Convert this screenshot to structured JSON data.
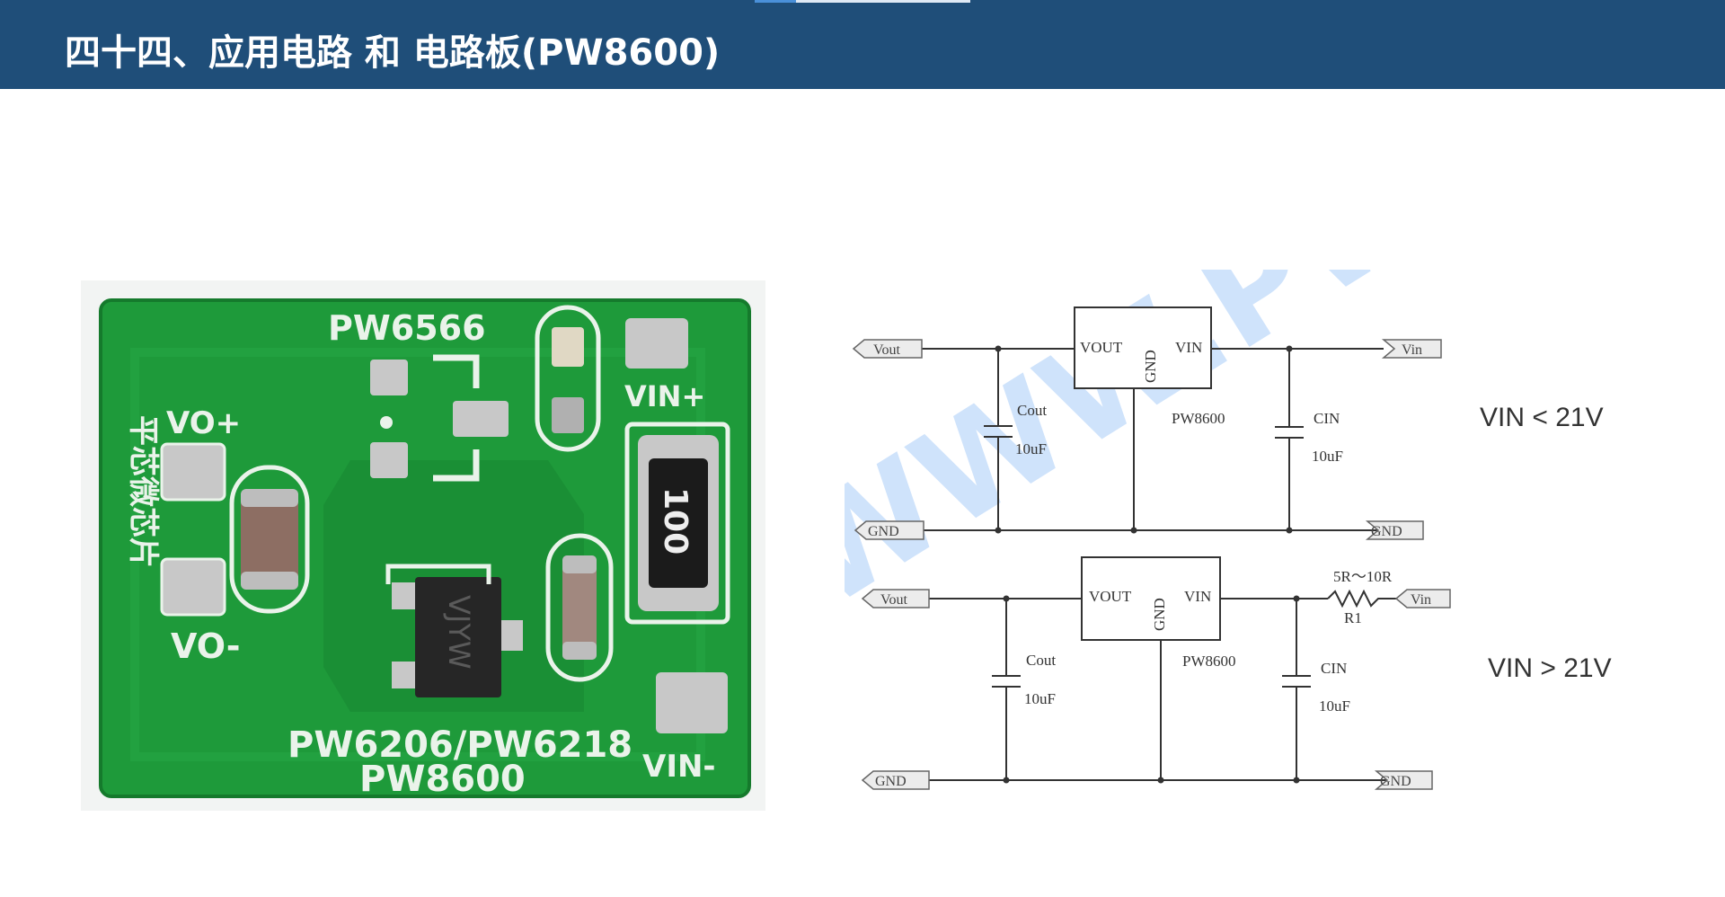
{
  "slide": {
    "title": "四十四、应用电路 和 电路板(PW8600)"
  },
  "board_photo": {
    "silkscreen": {
      "top_chip": "PW6566",
      "vo_plus": "VO+",
      "vo_minus": "VO-",
      "vin_plus": "VIN+",
      "vin_minus": "VIN-",
      "side_text": "平芯微芯片",
      "bottom_line1": "PW6206/PW6218",
      "bottom_line2": "PW8600",
      "resistor_marking": "100",
      "ic_marking": "VJYW"
    },
    "colors": {
      "pcb": "#1e9a3a",
      "silk": "#eaf3ea",
      "pad": "#c8c8c8"
    }
  },
  "watermark": "WWW.PWC.",
  "circuit_top": {
    "condition": "VIN < 21V",
    "ic_label": "PW8600",
    "pins": {
      "vout": "VOUT",
      "vin": "VIN",
      "gnd": "GND"
    },
    "ports": {
      "vout": "Vout",
      "vin": "Vin",
      "gnd_left": "GND",
      "gnd_right": "GND"
    },
    "cout": {
      "name": "Cout",
      "value": "10uF"
    },
    "cin": {
      "name": "CIN",
      "value": "10uF"
    }
  },
  "circuit_bottom": {
    "condition": "VIN > 21V",
    "ic_label": "PW8600",
    "pins": {
      "vout": "VOUT",
      "vin": "VIN",
      "gnd": "GND"
    },
    "ports": {
      "vout": "Vout",
      "vin": "Vin",
      "gnd_left": "GND",
      "gnd_right": "GND"
    },
    "cout": {
      "name": "Cout",
      "value": "10uF"
    },
    "cin": {
      "name": "CIN",
      "value": "10uF"
    },
    "resistor": {
      "value": "5R～10R",
      "name": "R1"
    }
  }
}
